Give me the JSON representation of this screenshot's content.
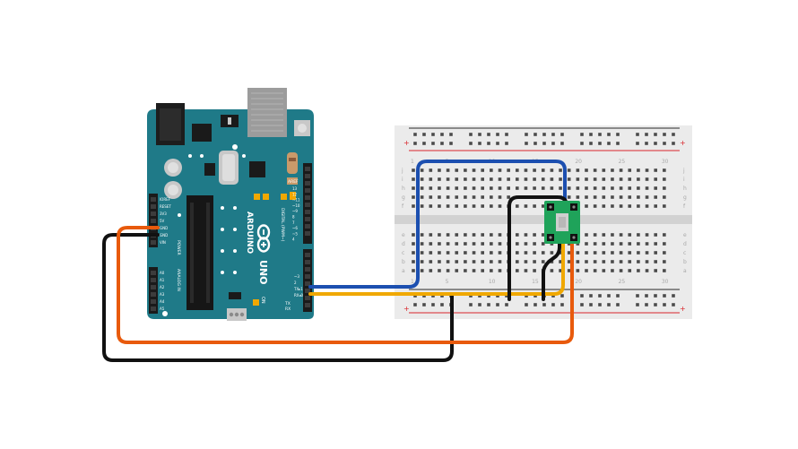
{
  "arduino": {
    "brand_text": "ARDUINO",
    "model_text": "UNO",
    "on_label": "ON",
    "digital_label": "DIGITAL (PWM~)",
    "power_label": "POWER",
    "analog_label": "ANALOG IN",
    "aref_label": "AREF",
    "gnd_label": "GND",
    "tx_label": "TX",
    "rx_label": "RX",
    "l_label": "L",
    "power_pins": [
      "IOREF",
      "RESET",
      "3V3",
      "5V",
      "GND",
      "GND",
      "VIN"
    ],
    "analog_pins": [
      "A0",
      "A1",
      "A2",
      "A3",
      "A4",
      "A5"
    ],
    "digital_pins": [
      "13",
      "12",
      "~11",
      "~10",
      "~9",
      "8",
      "7",
      "~6",
      "~5",
      "4",
      "~3",
      "2",
      "TX▸1",
      "RX◂0"
    ],
    "colors": {
      "board": "#1f7a88",
      "header": "#1a1a1a",
      "usb": "#9a9a9a",
      "jack": "#222222"
    }
  },
  "breadboard": {
    "top_row_letters": [
      "j",
      "i",
      "h",
      "g",
      "f"
    ],
    "bottom_row_letters": [
      "e",
      "d",
      "c",
      "b",
      "a"
    ],
    "column_numbers": [
      "1",
      "5",
      "10",
      "15",
      "20",
      "25",
      "30"
    ],
    "plus_sign": "+",
    "minus_sign": "−",
    "colors": {
      "body": "#ebebeb",
      "hole": "#4a4a4a",
      "red_rail": "#d9262b",
      "blue_rail": "#2a2a2a"
    }
  },
  "sensor": {
    "colors": {
      "pcb": "#1fa35a",
      "chip": "#cfcfcf"
    }
  },
  "wires": {
    "colors": {
      "blue": "#1c4fb0",
      "yellow": "#f0a800",
      "orange": "#e85a0c",
      "black": "#111111"
    }
  }
}
